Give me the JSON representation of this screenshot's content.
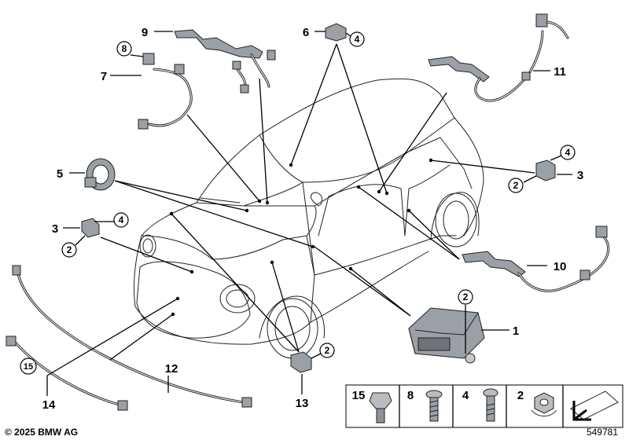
{
  "callouts": {
    "c1": "1",
    "c3a": "3",
    "c3b": "3",
    "c5": "5",
    "c6": "6",
    "c7": "7",
    "c9": "9",
    "c10": "10",
    "c11": "11",
    "c12": "12",
    "c13": "13",
    "c14": "14"
  },
  "circled": {
    "k8": "8",
    "k4a": "4",
    "k4b": "4",
    "k4c": "4",
    "k2a": "2",
    "k2b": "2",
    "k2c": "2",
    "k2d": "2",
    "k15": "15"
  },
  "legend": {
    "hardware": [
      {
        "number": "15",
        "icon": "clip-icon"
      },
      {
        "number": "8",
        "icon": "screw-icon"
      },
      {
        "number": "4",
        "icon": "bolt-icon"
      },
      {
        "number": "2",
        "icon": "hex-nut-icon"
      }
    ]
  },
  "footer": {
    "copyright": "© 2025 BMW AG",
    "diagram_number": "549781"
  }
}
